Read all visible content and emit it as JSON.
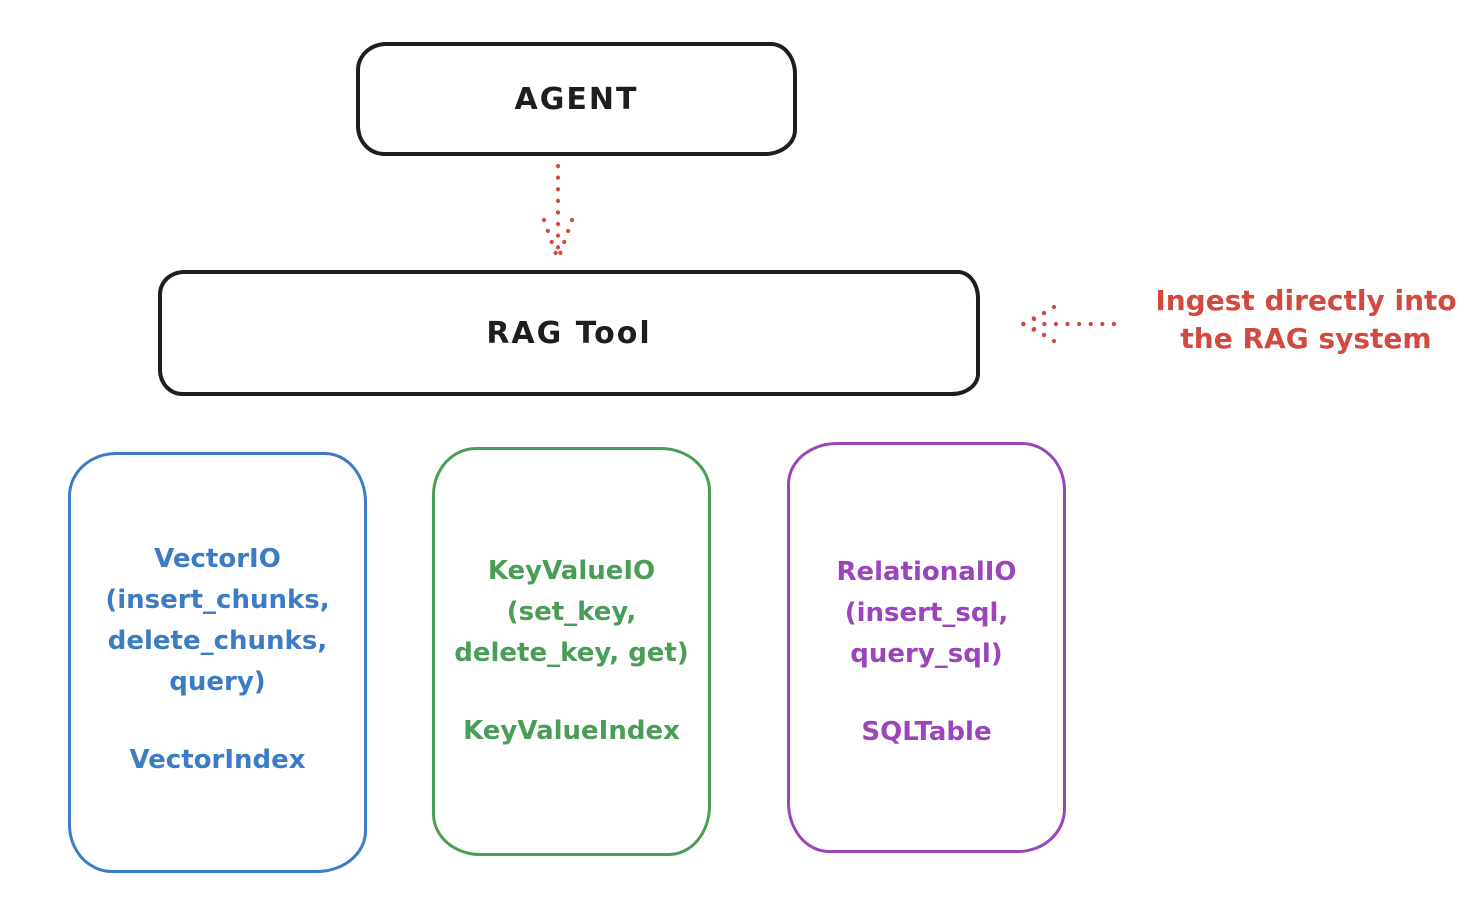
{
  "canvas": {
    "background": "#ffffff"
  },
  "colors": {
    "ink": "#1e1e1e",
    "accent_red": "#d1493f",
    "accent_blue": "#3b7cc4",
    "accent_green": "#4a9d57",
    "accent_purple": "#9c44bb"
  },
  "agent_box": {
    "label": "AGENT"
  },
  "rag_tool_box": {
    "label": "RAG Tool"
  },
  "ingest_annotation": {
    "lines": [
      "Ingest directly into",
      "the RAG system"
    ]
  },
  "backend_boxes": [
    {
      "name": "vector-io",
      "accent": "#3b7cc4",
      "api_lines": [
        "VectorIO",
        "(insert_chunks,",
        "delete_chunks,",
        "query)"
      ],
      "index_label": "VectorIndex"
    },
    {
      "name": "key-value-io",
      "accent": "#4a9d57",
      "api_lines": [
        "KeyValueIO",
        "(set_key,",
        "delete_key, get)"
      ],
      "index_label": "KeyValueIndex"
    },
    {
      "name": "relational-io",
      "accent": "#9c44bb",
      "api_lines": [
        "RelationalIO",
        "(insert_sql,",
        "query_sql)"
      ],
      "index_label": "SQLTable"
    }
  ]
}
